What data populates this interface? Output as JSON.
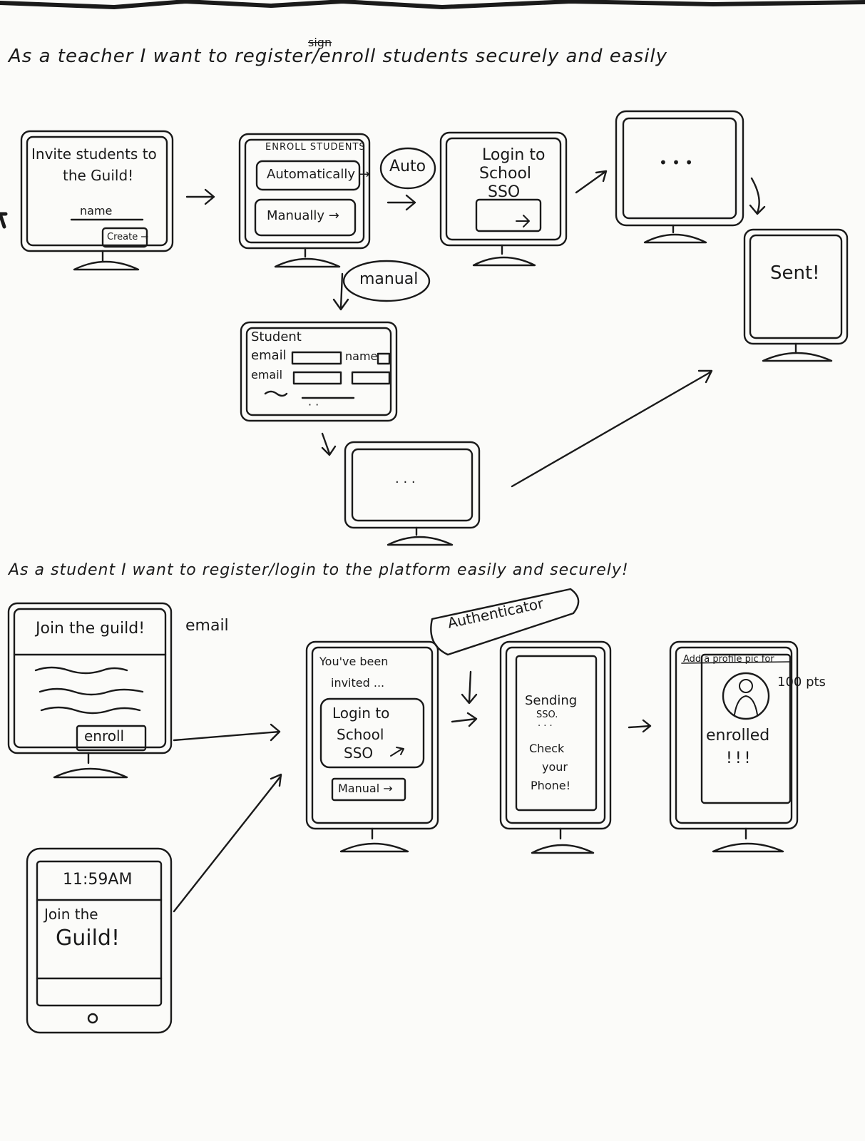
{
  "stories": {
    "teacher": "As a teacher I want to register/enroll students securely and easily",
    "teacher_struck": "sign",
    "student": "As a student I want to register/login to the platform easily and securely!"
  },
  "teacher_flow": {
    "invite": {
      "title_line1": "Invite students to",
      "title_line2": "the Guild!",
      "name_label": "name",
      "create_button": "Create →"
    },
    "enroll": {
      "title": "ENROLL STUDENTS",
      "auto_button": "Automatically →",
      "manual_button": "Manually →"
    },
    "auto_label": "Auto",
    "manual_label": "manual",
    "sso": {
      "line1": "Login to",
      "line2": "School",
      "line3": "SSO",
      "arrow": "→"
    },
    "loading_dots": "• • •",
    "sent": "Sent!",
    "manual_form": {
      "title": "Student",
      "email_label_1": "email",
      "email_label_2": "email",
      "name_label": "name",
      "more_dots": "· ·"
    },
    "manual_loading_dots": "· · ·"
  },
  "student_flow": {
    "join_email": {
      "title": "Join the guild!",
      "enroll_button": "enroll"
    },
    "email_label": "email",
    "phone": {
      "time": "11:59AM",
      "line1": "Join the",
      "line2": "Guild!"
    },
    "invited": {
      "line1": "You've been",
      "line2": "invited ...",
      "sso_line1": "Login to",
      "sso_line2": "School",
      "sso_line3": "SSO",
      "manual_button": "Manual →"
    },
    "authenticator": "Authenticator",
    "sending": {
      "line1": "Sending",
      "line2": "SSO.",
      "dots": "· · ·",
      "line3": "Check",
      "line4": "your",
      "line5": "Phone!"
    },
    "enrolled": {
      "line1": "Add a profile pic for",
      "line2": "100 pts",
      "enrolled": "enrolled",
      "bangs": "!!!"
    }
  }
}
